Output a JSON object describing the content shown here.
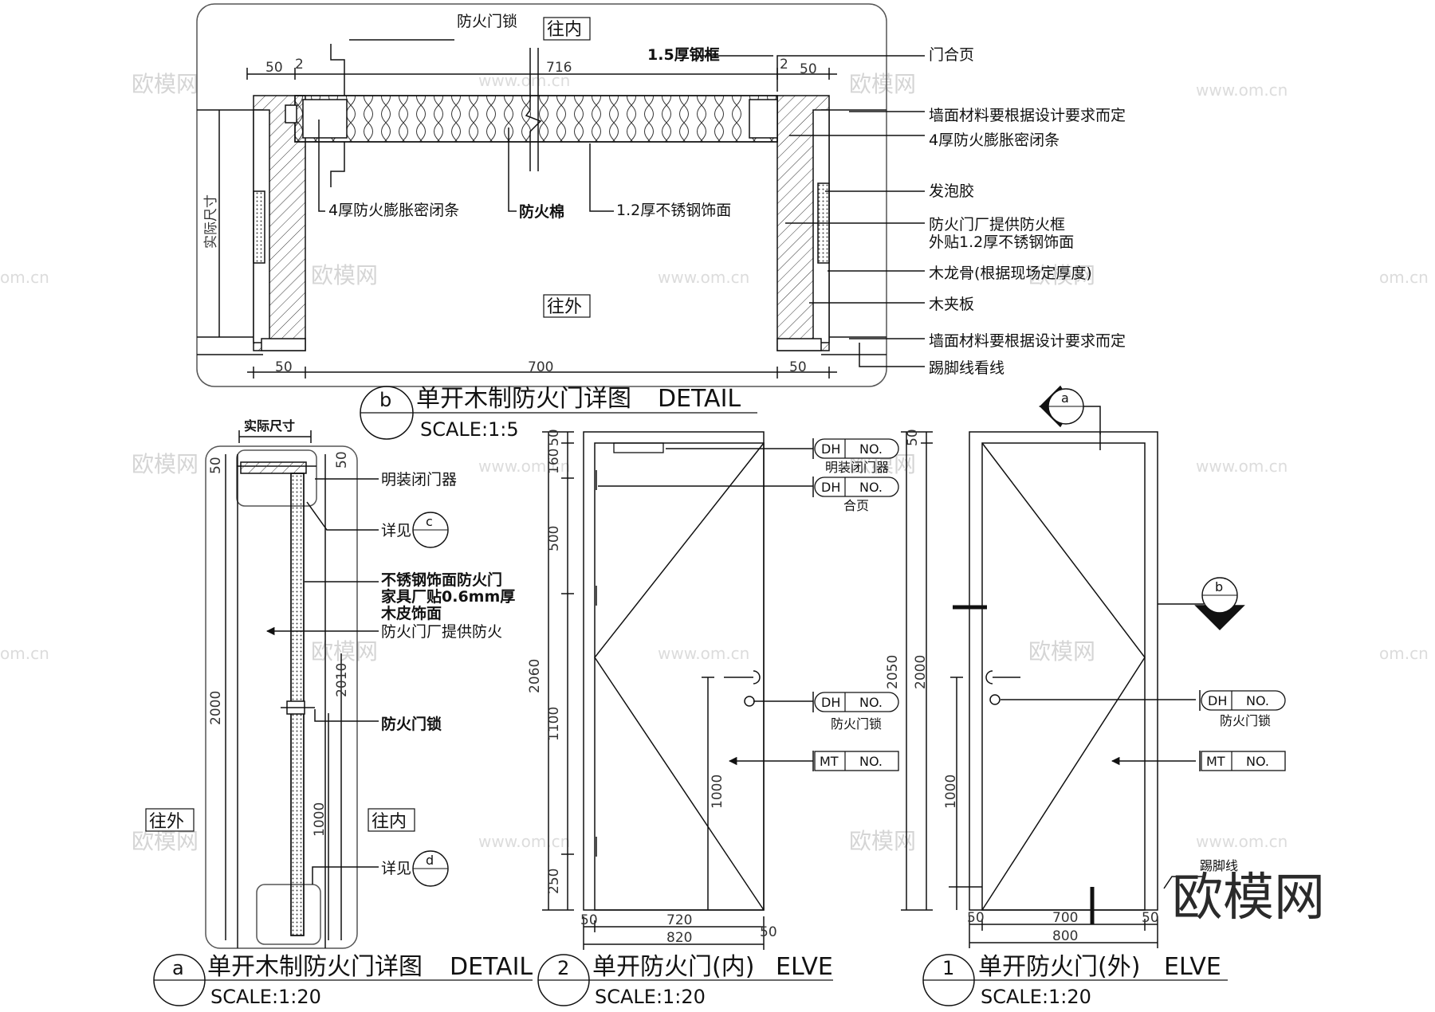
{
  "drawing_b": {
    "title": "单开木制防火门详图",
    "en": "DETAIL",
    "scale": "SCALE:1:5",
    "label": "b",
    "side_in": "往内",
    "side_out": "往外",
    "dims": {
      "left_offset": "50",
      "gap_left": "2",
      "door_width": "716",
      "gap_right": "2",
      "right_offset": "50",
      "bottom_left": "50",
      "bottom_mid": "700",
      "bottom_right": "50",
      "actual_size": "实际尺寸"
    },
    "notes": {
      "lock": "防火门锁",
      "frame": "1.5厚钢框",
      "hinge": "门合页",
      "wall_top": "墙面材料要根据设计要求而定",
      "seal_right": "4厚防火膨胀密闭条",
      "foam": "发泡胶",
      "frame_supply_1": "防火门厂提供防火框",
      "frame_supply_2": "外贴1.2厚不锈钢饰面",
      "keel": "木龙骨(根据现场定厚度)",
      "plywood": "木夹板",
      "wall_bottom": "墙面材料要根据设计要求而定",
      "skirting": "踢脚线看线",
      "seal_left": "4厚防火膨胀密闭条",
      "cotton": "防火棉",
      "steel_face": "1.2厚不锈钢饰面"
    }
  },
  "drawing_a": {
    "title": "单开木制防火门详图",
    "en": "DETAIL",
    "scale": "SCALE:1:20",
    "label": "a",
    "actual_size": "实际尺寸",
    "side_out": "往外",
    "side_in": "往内",
    "dims": {
      "top_left": "50",
      "top_right": "50",
      "height_total": "2000",
      "height_door": "2010",
      "height_lock": "1000"
    },
    "notes": {
      "closer": "明装闭门器",
      "see_c": "详见",
      "detail_c": "c",
      "door_1": "不锈钢饰面防火门",
      "door_2": "家具厂贴0.6mm厚",
      "door_3": "木皮饰面",
      "supply": "防火门厂提供防火",
      "lock": "防火门锁",
      "see_d": "详见",
      "detail_d": "d"
    }
  },
  "drawing_2": {
    "title": "单开防火门(内)",
    "en": "ELVE",
    "scale": "SCALE:1:20",
    "label": "2",
    "dims": {
      "v_50": "50",
      "v_160": "160",
      "v_500": "500",
      "v_1100": "1100",
      "v_250": "250",
      "v_total": "2060",
      "v_1000": "1000",
      "h_50a": "50",
      "h_720": "720",
      "h_50b": "50",
      "h_820": "820"
    },
    "tags": [
      {
        "code": "DH",
        "no": "NO.",
        "caption": "明装闭门器"
      },
      {
        "code": "DH",
        "no": "NO.",
        "caption": "合页"
      },
      {
        "code": "DH",
        "no": "NO.",
        "caption": "防火门锁"
      },
      {
        "code": "MT",
        "no": "NO.",
        "caption": ""
      }
    ]
  },
  "drawing_1": {
    "title": "单开防火门(外)",
    "en": "ELVE",
    "scale": "SCALE:1:20",
    "label": "1",
    "section_a": "a",
    "section_b": "b",
    "skirting": "踢脚线",
    "dims": {
      "v_50": "50",
      "v_2050": "2050",
      "v_2000": "2000",
      "v_1000": "1000",
      "h_50a": "50",
      "h_700": "700",
      "h_50b": "50",
      "h_800": "800"
    },
    "tags": [
      {
        "code": "DH",
        "no": "NO.",
        "caption": "防火门锁"
      },
      {
        "code": "MT",
        "no": "NO.",
        "caption": ""
      }
    ]
  },
  "watermark": {
    "brand": "欧模网",
    "url": "www.om.cn",
    "url_short": "om.cn"
  }
}
